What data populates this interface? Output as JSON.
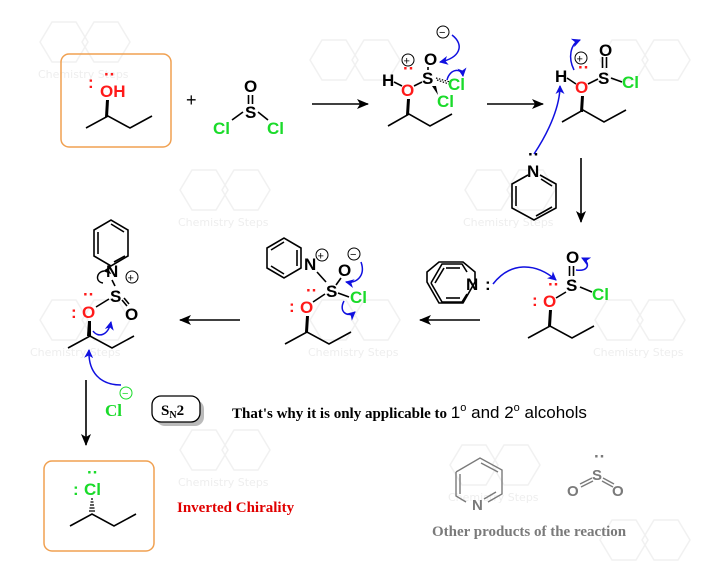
{
  "title": "Conversion of alcohol to alkyl chloride with thionyl chloride and pyridine (SN2, inversion)",
  "colors": {
    "oxygen": "#ff1a1a",
    "chlorine": "#1adb2a",
    "arrow_curly": "#1010e0",
    "bond": "#000000",
    "box_border": "#f0a050",
    "gray_product": "#7a7a7a",
    "inverted_label": "#e00000"
  },
  "watermark": {
    "text": "Chemistry Steps",
    "letters": [
      "C",
      "S"
    ]
  },
  "atoms": {
    "O": "O",
    "OH": "OH",
    "H": "H",
    "S": "S",
    "Cl": "Cl",
    "N": "N",
    "lone_pair": ":",
    "lone_pair_top": "··",
    "plus": "+",
    "minus": "−"
  },
  "reactants": {
    "alcohol_label": "OH",
    "plus_sign": "+",
    "thionyl_chloride": {
      "S": "S",
      "O": "O",
      "Cl_left": "Cl",
      "Cl_right": "Cl"
    }
  },
  "labels": {
    "sn2_badge": "S",
    "sn2_sub": "N",
    "sn2_suffix": "2",
    "note_serif": "That's why it is only applicable to ",
    "note_sans_1": "1",
    "note_sans_deg1": "o",
    "note_sans_mid": " and 2",
    "note_sans_deg2": "o",
    "note_sans_end": " alcohols",
    "chloride_ion": "Cl",
    "inverted": "Inverted Chirality",
    "other_products": "Other products of the reaction"
  },
  "steps": [
    {
      "id": "step1",
      "description": "alcohol attacks thionyl chloride"
    },
    {
      "id": "step2",
      "description": "chloride leaves"
    },
    {
      "id": "step3",
      "description": "pyridine deprotonates"
    },
    {
      "id": "step4",
      "description": "pyridine attacks sulfur"
    },
    {
      "id": "step5",
      "description": "chloride leaves"
    },
    {
      "id": "step6",
      "description": "SN2 attack by chloride"
    }
  ]
}
